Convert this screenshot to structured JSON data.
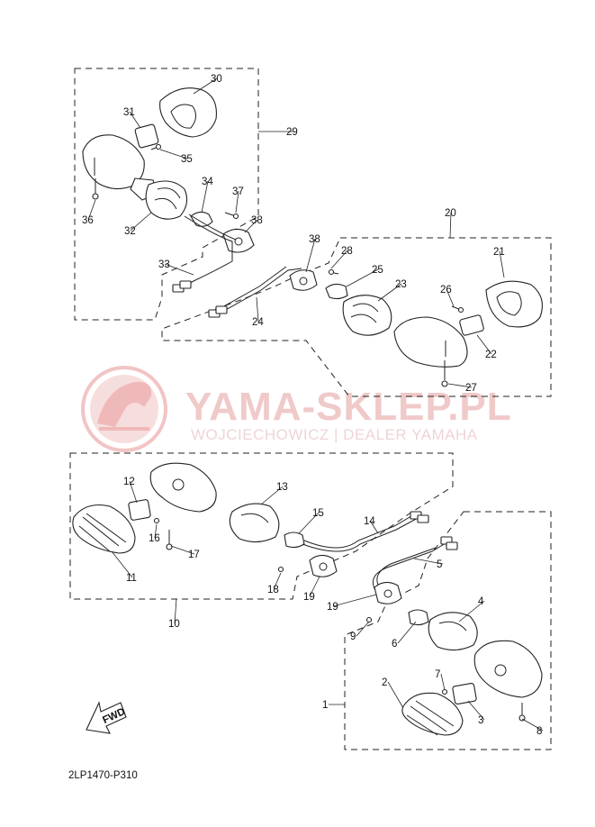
{
  "watermark": {
    "title": "YAMA-SKLEP.PL",
    "subtitle": "WOJCIECHOWICZ | DEALER YAMAHA"
  },
  "fwd_label": "FWD",
  "diagram_code": "2LP1470-P310",
  "callouts": [
    "1",
    "2",
    "3",
    "4",
    "5",
    "6",
    "7",
    "8",
    "9",
    "10",
    "11",
    "12",
    "13",
    "14",
    "15",
    "16",
    "17",
    "18",
    "19",
    "19",
    "20",
    "21",
    "22",
    "23",
    "24",
    "25",
    "26",
    "27",
    "28",
    "29",
    "30",
    "31",
    "32",
    "33",
    "34",
    "35",
    "36",
    "37",
    "38",
    "38"
  ]
}
